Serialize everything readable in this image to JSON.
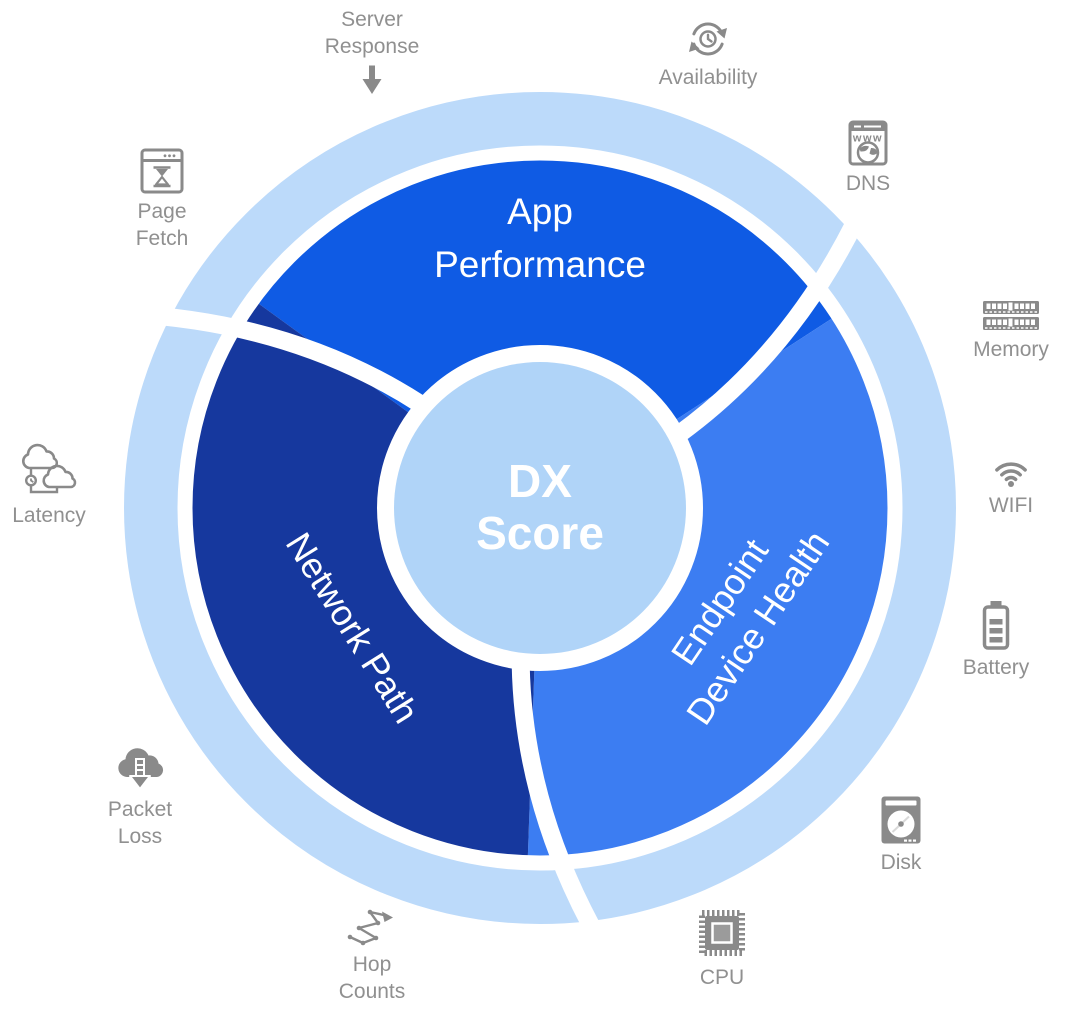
{
  "center": {
    "lines": [
      "DX",
      "Score"
    ]
  },
  "segments": {
    "app_performance": {
      "lines": [
        "App",
        "Performance"
      ]
    },
    "endpoint_device_health": {
      "lines": [
        "Endpoint",
        "Device Health"
      ]
    },
    "network_path": {
      "lines": [
        "Network Path"
      ]
    }
  },
  "metrics": [
    {
      "id": "server-response",
      "icon": "arrow-down-icon",
      "lines": [
        "Server",
        "Response"
      ]
    },
    {
      "id": "availability",
      "icon": "sync-clock-icon",
      "lines": [
        "Availability"
      ]
    },
    {
      "id": "dns",
      "icon": "browser-globe-icon",
      "lines": [
        "DNS"
      ]
    },
    {
      "id": "memory",
      "icon": "ram-icon",
      "lines": [
        "Memory"
      ]
    },
    {
      "id": "wifi",
      "icon": "wifi-icon",
      "lines": [
        "WIFI"
      ]
    },
    {
      "id": "battery",
      "icon": "battery-icon",
      "lines": [
        "Battery"
      ]
    },
    {
      "id": "disk",
      "icon": "disk-icon",
      "lines": [
        "Disk"
      ]
    },
    {
      "id": "cpu",
      "icon": "cpu-chip-icon",
      "lines": [
        "CPU"
      ]
    },
    {
      "id": "hop-counts",
      "icon": "hops-path-icon",
      "lines": [
        "Hop",
        "Counts"
      ]
    },
    {
      "id": "packet-loss",
      "icon": "cloud-drop-icon",
      "lines": [
        "Packet",
        "Loss"
      ]
    },
    {
      "id": "latency",
      "icon": "clouds-clock-icon",
      "lines": [
        "Latency"
      ]
    },
    {
      "id": "page-fetch",
      "icon": "page-hourglass-icon",
      "lines": [
        "Page",
        "Fetch"
      ]
    }
  ],
  "colors": {
    "app_performance": "#0F5BE4",
    "endpoint_device_health": "#3C7DF2",
    "network_path": "#16389E",
    "outer_ring": "#BCDAFA",
    "center_circle": "#B0D4F8",
    "segment_text": "#FFFFFF",
    "icon_gray": "#8A8A8A",
    "label_gray": "#909090"
  }
}
